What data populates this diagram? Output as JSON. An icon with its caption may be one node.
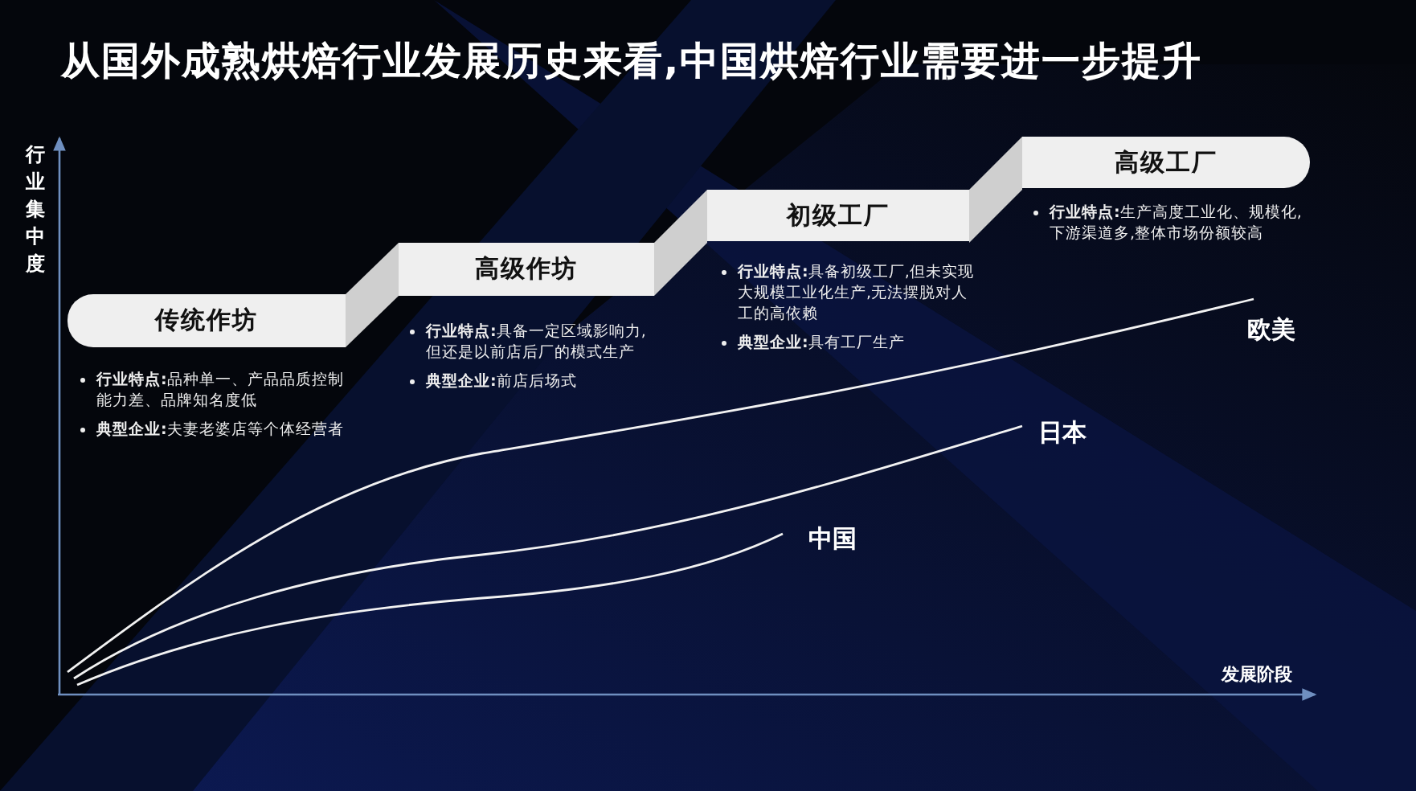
{
  "diagram": {
    "title": "从国外成熟烘焙行业发展历史来看,中国烘焙行业需要进一步提升",
    "nodes": [
      {
        "text": [
          "传统作坊"
        ],
        "beside": [
          "**行业特点:**品种单一、产品品质控制能力差、品牌知名度低",
          "**典型企业:**夫妻老婆店等个体经营者"
        ]
      },
      {
        "text": [
          "高级作坊"
        ],
        "beside": [
          "**行业特点:**具备一定区域影响力,但还是以前店后厂的模式生产",
          "**典型企业:**前店后场式"
        ]
      },
      {
        "text": [
          "初级工厂"
        ],
        "beside": [
          "**行业特点:**具备初级工厂,但未实现大规模工业化生产,无法摆脱对人工的高依赖",
          "**典型企业:**具有工厂生产"
        ]
      },
      {
        "text": [
          "高级工厂"
        ],
        "beside": [
          "**行业特点:**生产高度工业化、规模化,下游渠道多,整体市场份额较高"
        ]
      }
    ],
    "labels": [
      "行业集中度",
      "欧美",
      "日本",
      "中国",
      "发展阶段"
    ]
  }
}
